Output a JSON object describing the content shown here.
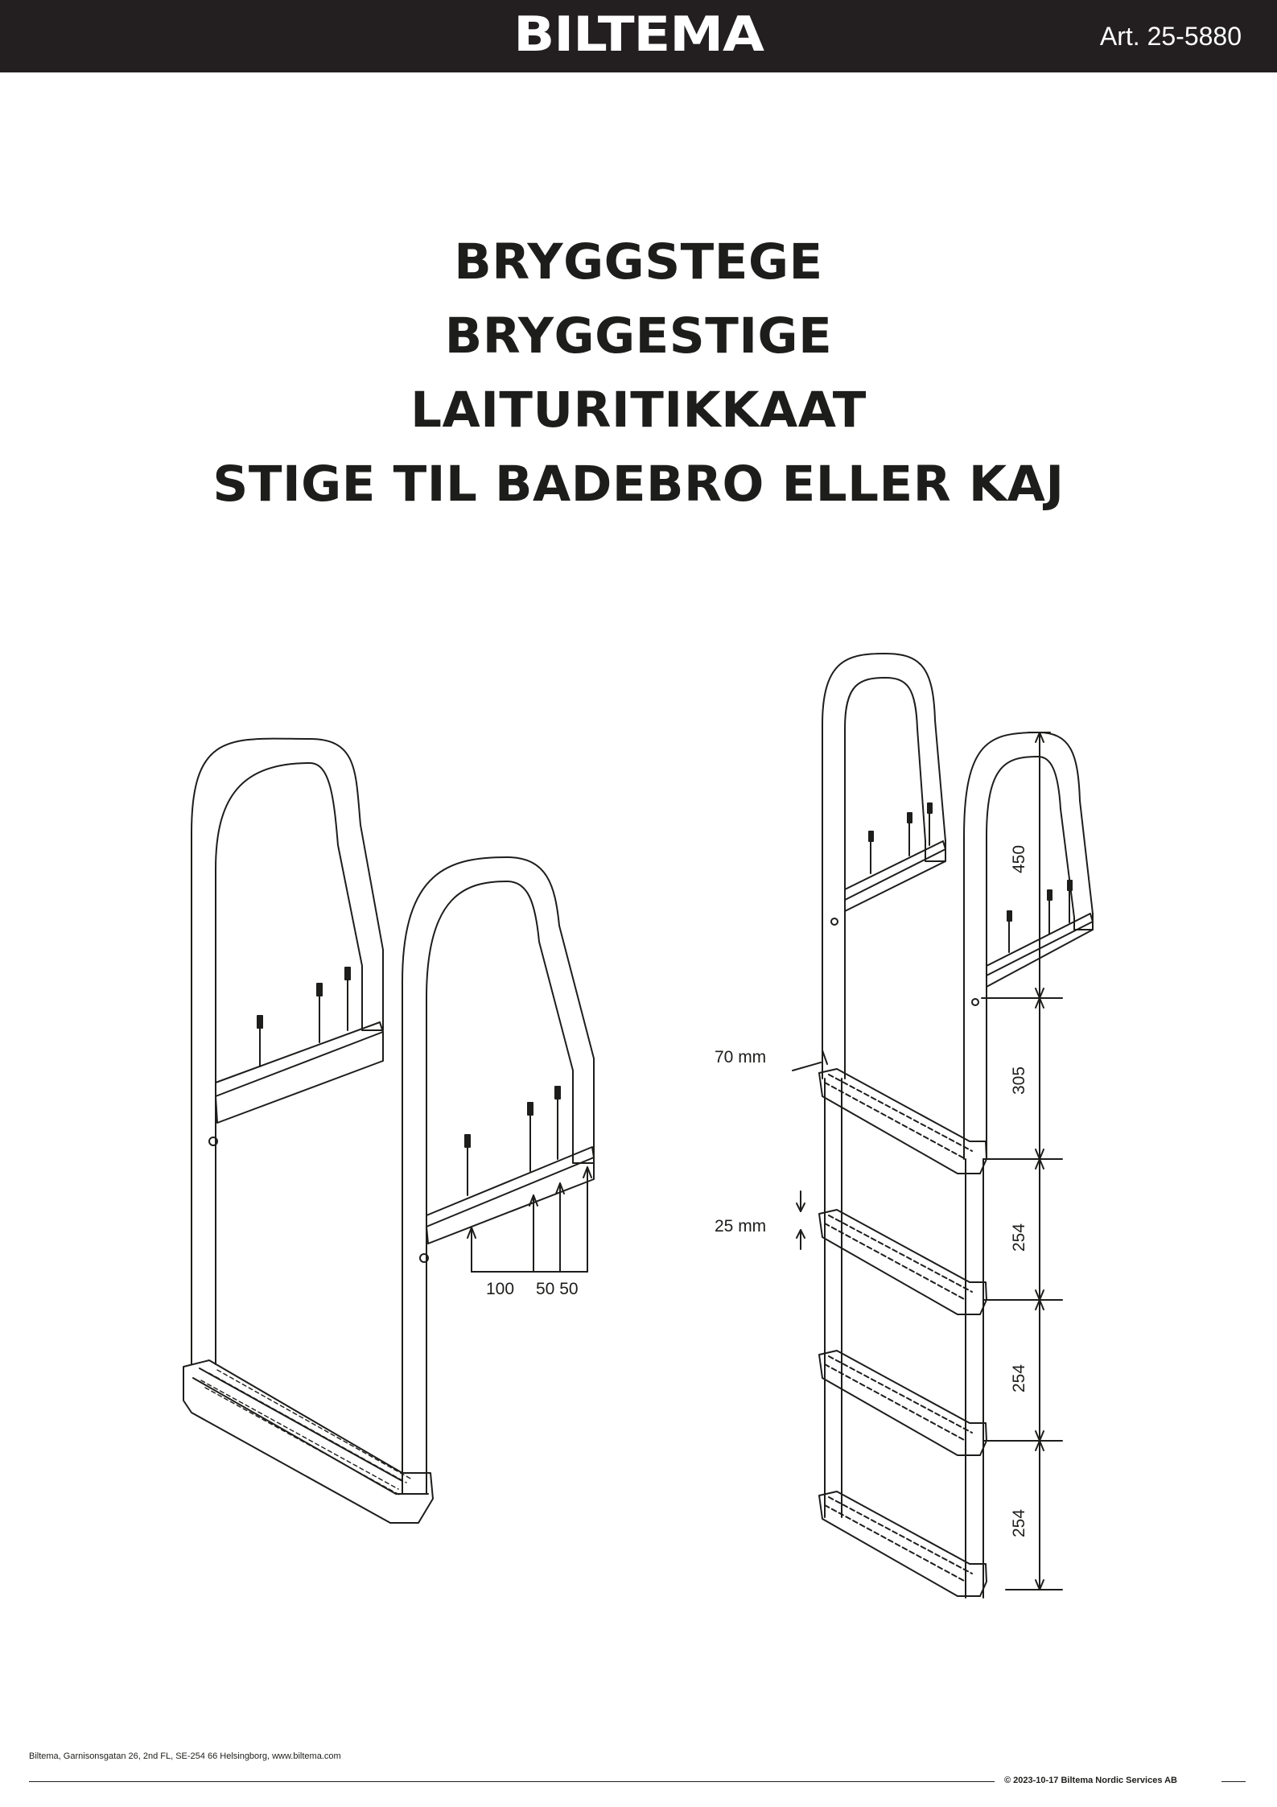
{
  "header": {
    "brand": "BILTEMA",
    "article": "Art. 25-5880"
  },
  "titles": [
    "BRYGGSTEGE",
    "BRYGGESTIGE",
    "LAITURITIKKAAT",
    "STIGE TIL BADEBRO ELLER KAJ"
  ],
  "figure_left": {
    "hole_spacing": [
      "100",
      "50 50"
    ]
  },
  "figure_right": {
    "tube_width": "70 mm",
    "step_thickness": "25  mm",
    "dimensions": [
      "450",
      "305",
      "254",
      "254",
      "254"
    ]
  },
  "footer": {
    "address": "Biltema, Garnisonsgatan 26, 2nd FL, SE-254 66 Helsingborg, www.biltema.com",
    "copyright": "© 2023-10-17 Biltema Nordic Services AB"
  }
}
